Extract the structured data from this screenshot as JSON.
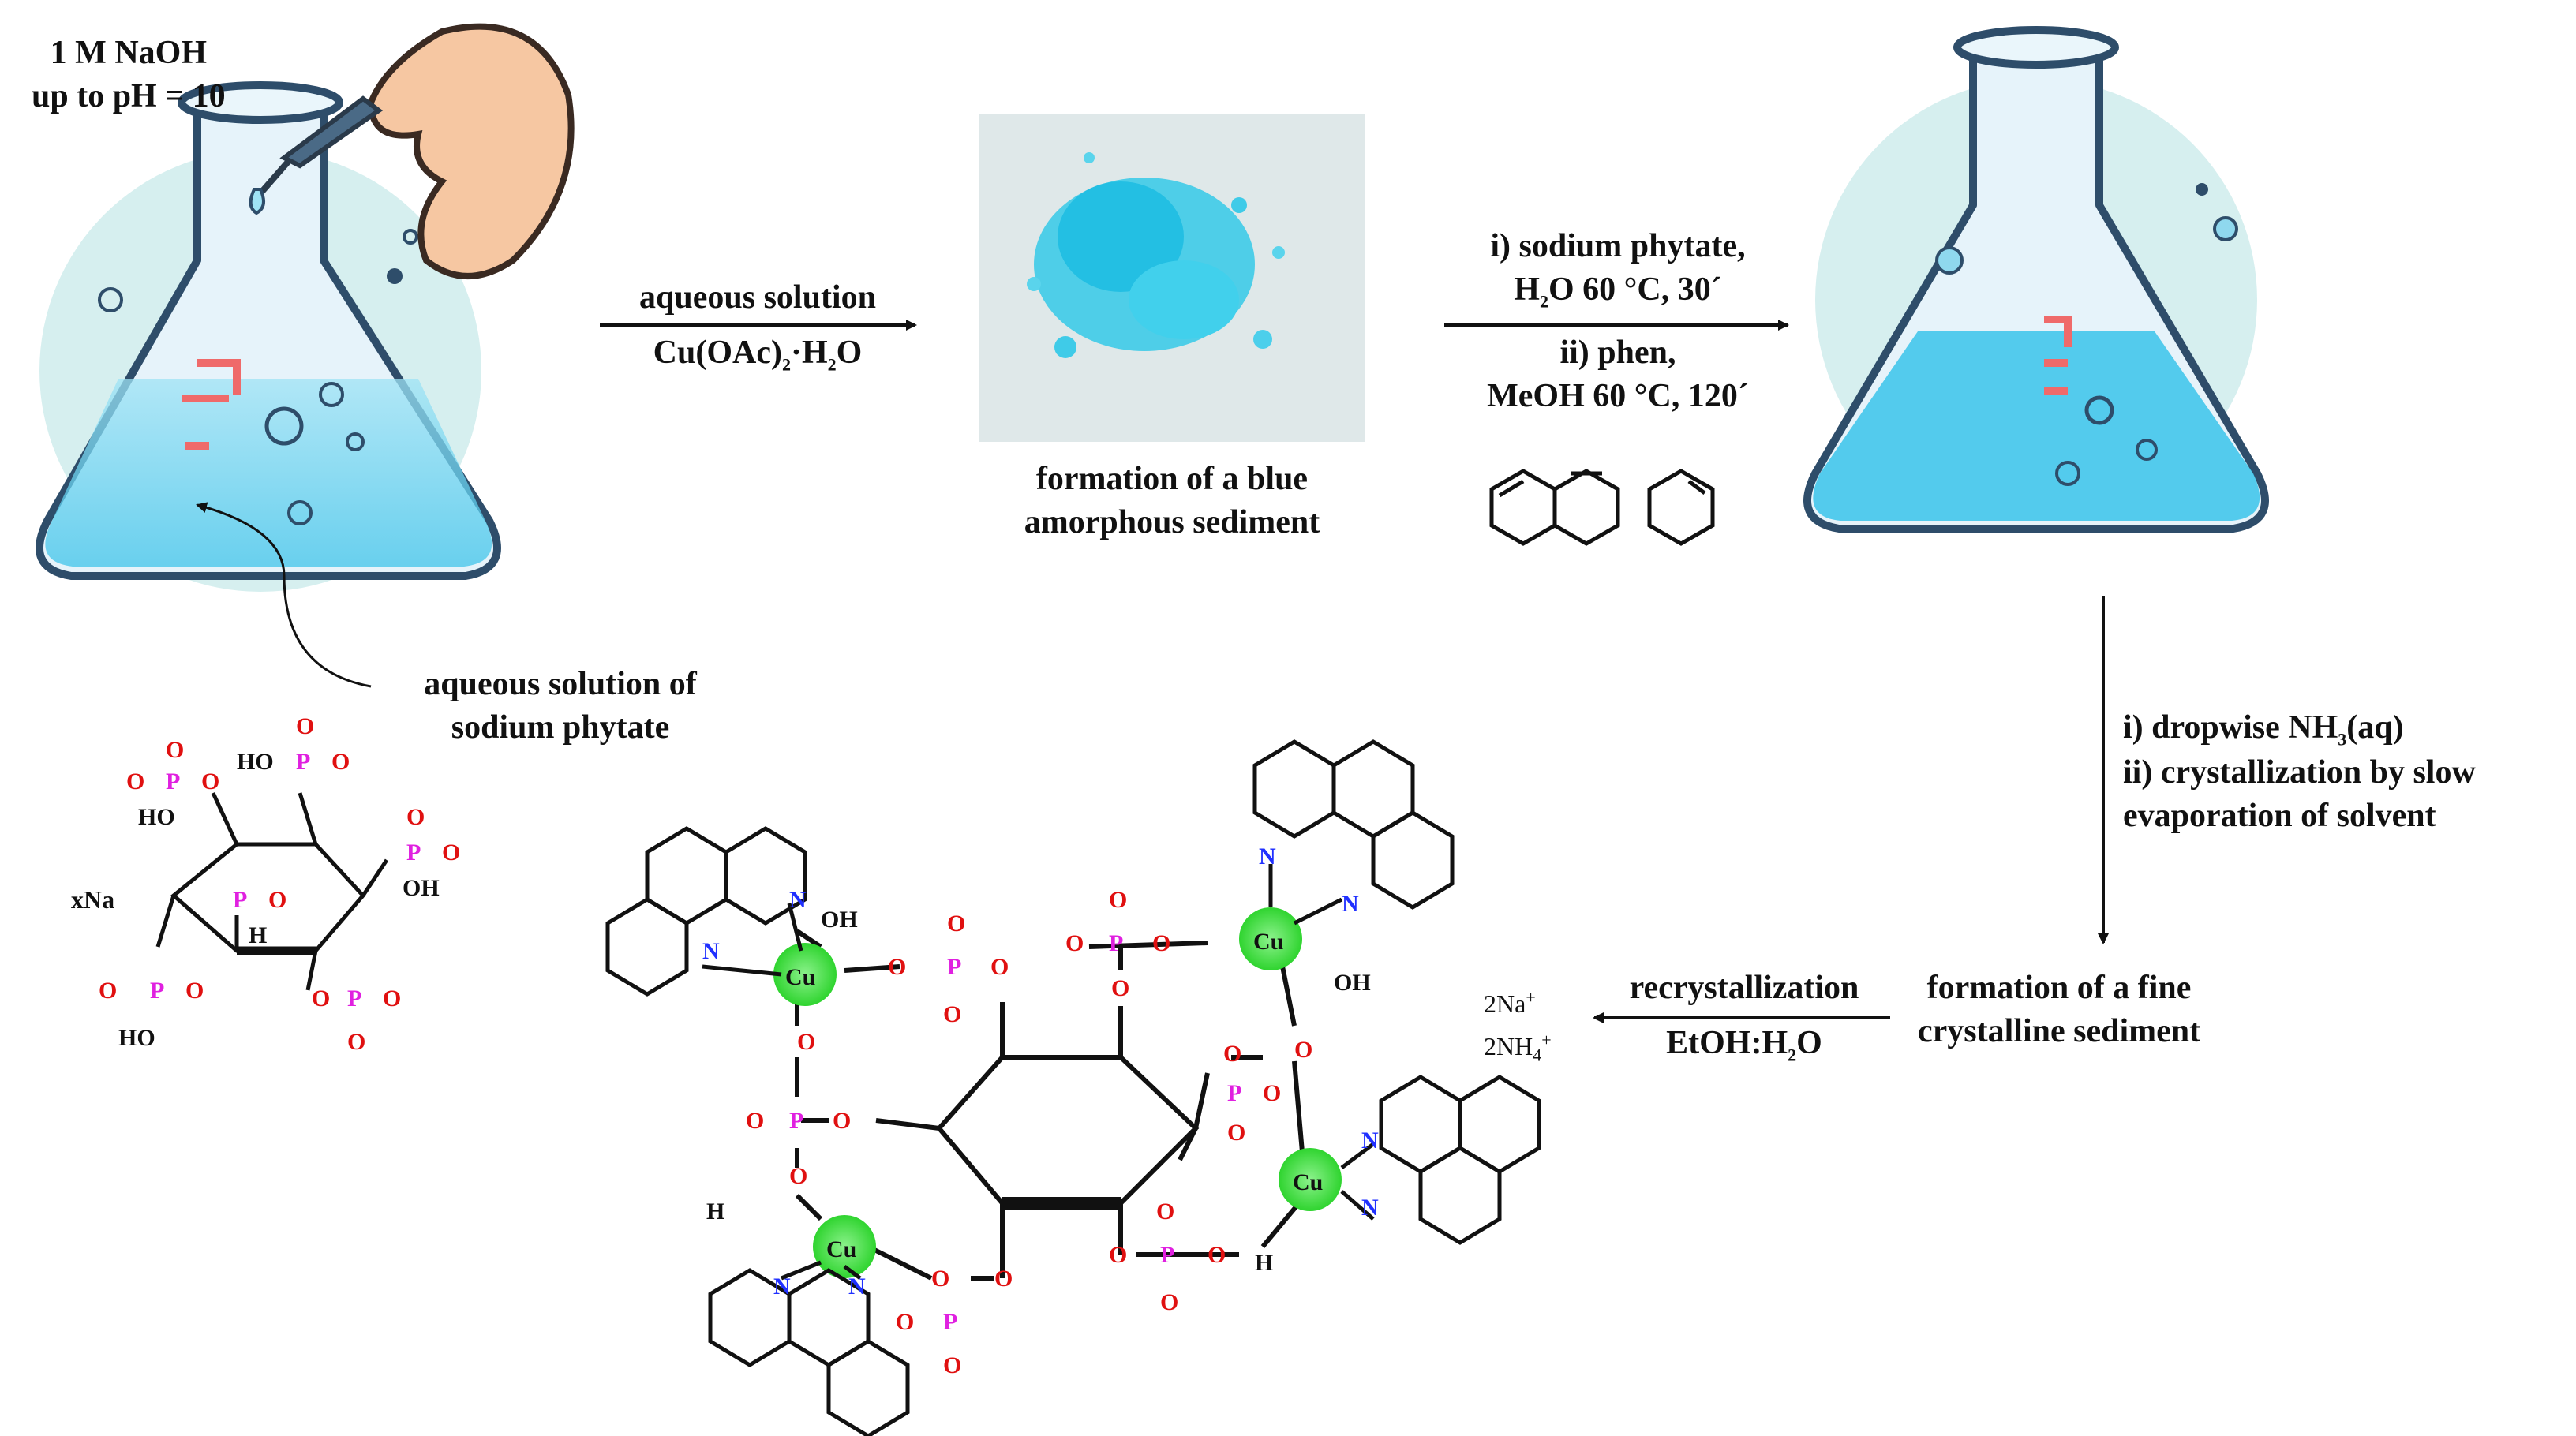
{
  "steps": {
    "naoh_line1": "1 M NaOH",
    "naoh_line2": "up to pH = 10",
    "arrow1_top": "aqueous solution",
    "arrow1_bottom": "Cu(OAc)",
    "arrow1_bottom_sub": "2",
    "arrow1_bottom_tail": "·H",
    "arrow1_bottom_sub2": "2",
    "arrow1_bottom_end": "O",
    "sediment_line1": "formation of a blue",
    "sediment_line2": "amorphous sediment",
    "arrow2_l1": "i) sodium phytate,",
    "arrow2_l2a": "H",
    "arrow2_l2sub": "2",
    "arrow2_l2b": "O 60 °C, 30´",
    "arrow2_l3": "ii) phen,",
    "arrow2_l4": "MeOH 60 °C, 120´",
    "phytate_line1": "aqueous solution of",
    "phytate_line2": "sodium phytate",
    "arrow3_l1a": "i) dropwise NH",
    "arrow3_l1sub": "3",
    "arrow3_l1b": "(aq)",
    "arrow3_l2": "ii) crystallization by slow",
    "arrow3_l3": "evaporation of solvent",
    "fine_line1": "formation of a fine",
    "fine_line2": "crystalline sediment",
    "arrow4_top": "recrystallization",
    "arrow4_bottom": "EtOH:H",
    "arrow4_bottom_sub": "2",
    "arrow4_bottom_end": "O",
    "ion1": "2Na",
    "ion1_sup": "+",
    "ion2": "2NH",
    "ion2_sub": "4",
    "ion2_sup": "+",
    "xna": "xNa"
  },
  "atoms": {
    "O": "O",
    "P": "P",
    "OH": "OH",
    "HO": "HO",
    "N": "N",
    "Cu": "Cu",
    "OH2": "OH",
    "H2O": "H",
    "minus": "-",
    "H": "H"
  },
  "colors": {
    "oxygen": "#e01010",
    "phosphorus": "#e020e0",
    "nitrogen": "#2030ff",
    "copper_glow": "#33dd33",
    "solution": "#5fd0ee",
    "sediment": "#2ec8e8"
  }
}
